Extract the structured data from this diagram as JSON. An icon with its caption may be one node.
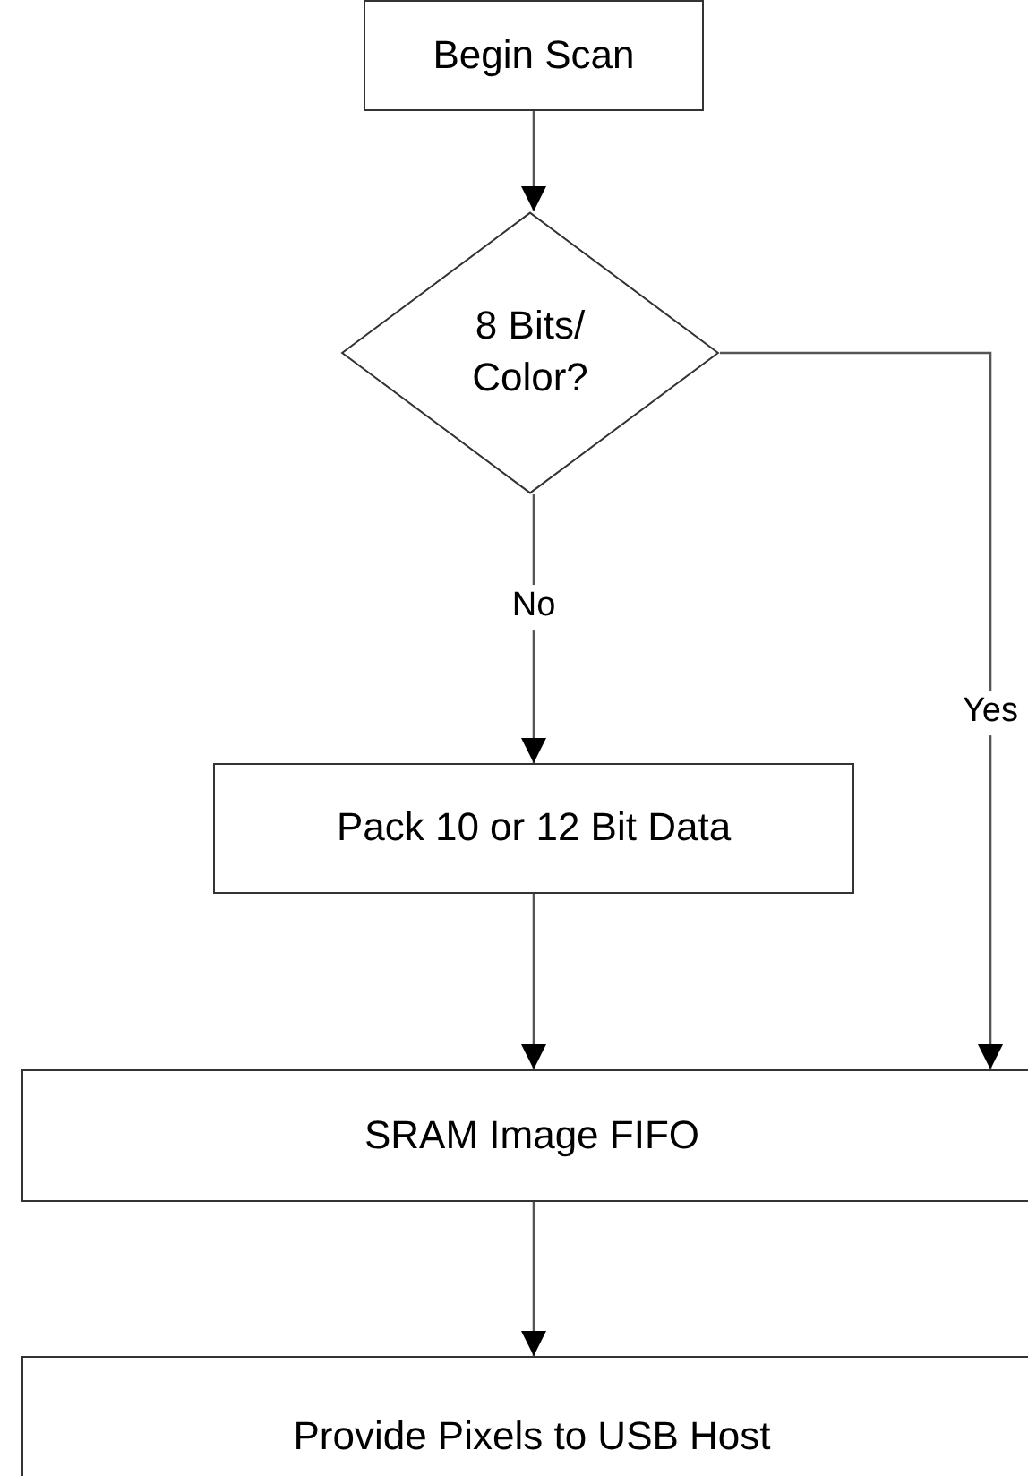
{
  "diagram": {
    "nodes": [
      {
        "text": [
          "Begin Scan"
        ]
      },
      {
        "text": [
          "8 Bits/ Color?"
        ]
      },
      {
        "text": [
          "Pack 10 or 12 Bit Data"
        ]
      },
      {
        "text": [
          "SRAM Image FIFO"
        ]
      },
      {
        "text": [
          "Provide Pixels to USB Host"
        ]
      }
    ],
    "edges": [
      {
        "from": 0,
        "to": 1,
        "arrow": "to"
      },
      {
        "from": 1,
        "to": 2,
        "arrow": "to",
        "label": "No"
      },
      {
        "from": 1,
        "to": 3,
        "arrow": "to",
        "label": "Yes"
      },
      {
        "from": 2,
        "to": 3,
        "arrow": "to"
      },
      {
        "from": 3,
        "to": 4,
        "arrow": "to"
      }
    ]
  }
}
